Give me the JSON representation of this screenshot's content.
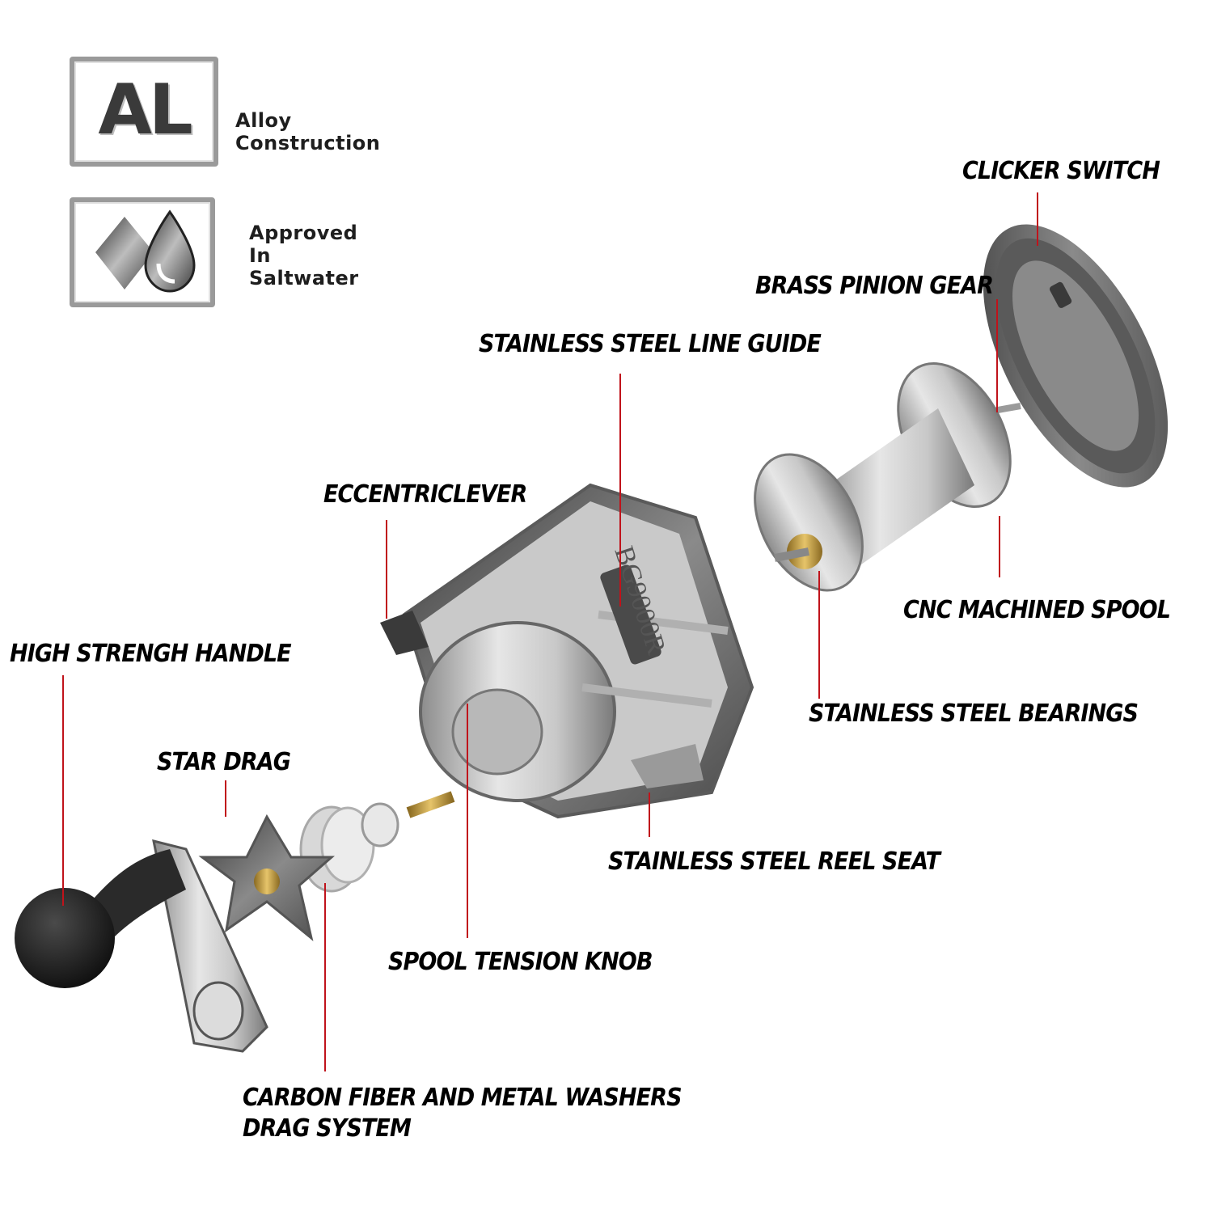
{
  "badges": [
    {
      "mark": "AL",
      "text": [
        "Alloy",
        "Construction"
      ]
    },
    {
      "text": [
        "Approved",
        "In",
        "Saltwater"
      ]
    }
  ],
  "labels": {
    "clicker_switch": "CLICKER SWITCH",
    "brass_pinion_gear": "BRASS PINION GEAR",
    "line_guide": "STAINLESS STEEL LINE GUIDE",
    "eccentric_lever": "ECCENTRICLEVER",
    "cnc_spool": "CNC MACHINED SPOOL",
    "handle": "HIGH STRENGH  HANDLE",
    "bearings": "STAINLESS STEEL BEARINGS",
    "star_drag": "STAR DRAG",
    "reel_seat": "STAINLESS STEEL REEL SEAT",
    "tension_knob": "SPOOL TENSION KNOB",
    "washers": [
      "CARBON FIBER AND METAL WASHERS",
      "DRAG SYSTEM"
    ]
  },
  "reel_model": "BG9000R",
  "colors": {
    "leader": "#c0131b",
    "label": "#000000",
    "badge_border": "#9a9a9a"
  }
}
